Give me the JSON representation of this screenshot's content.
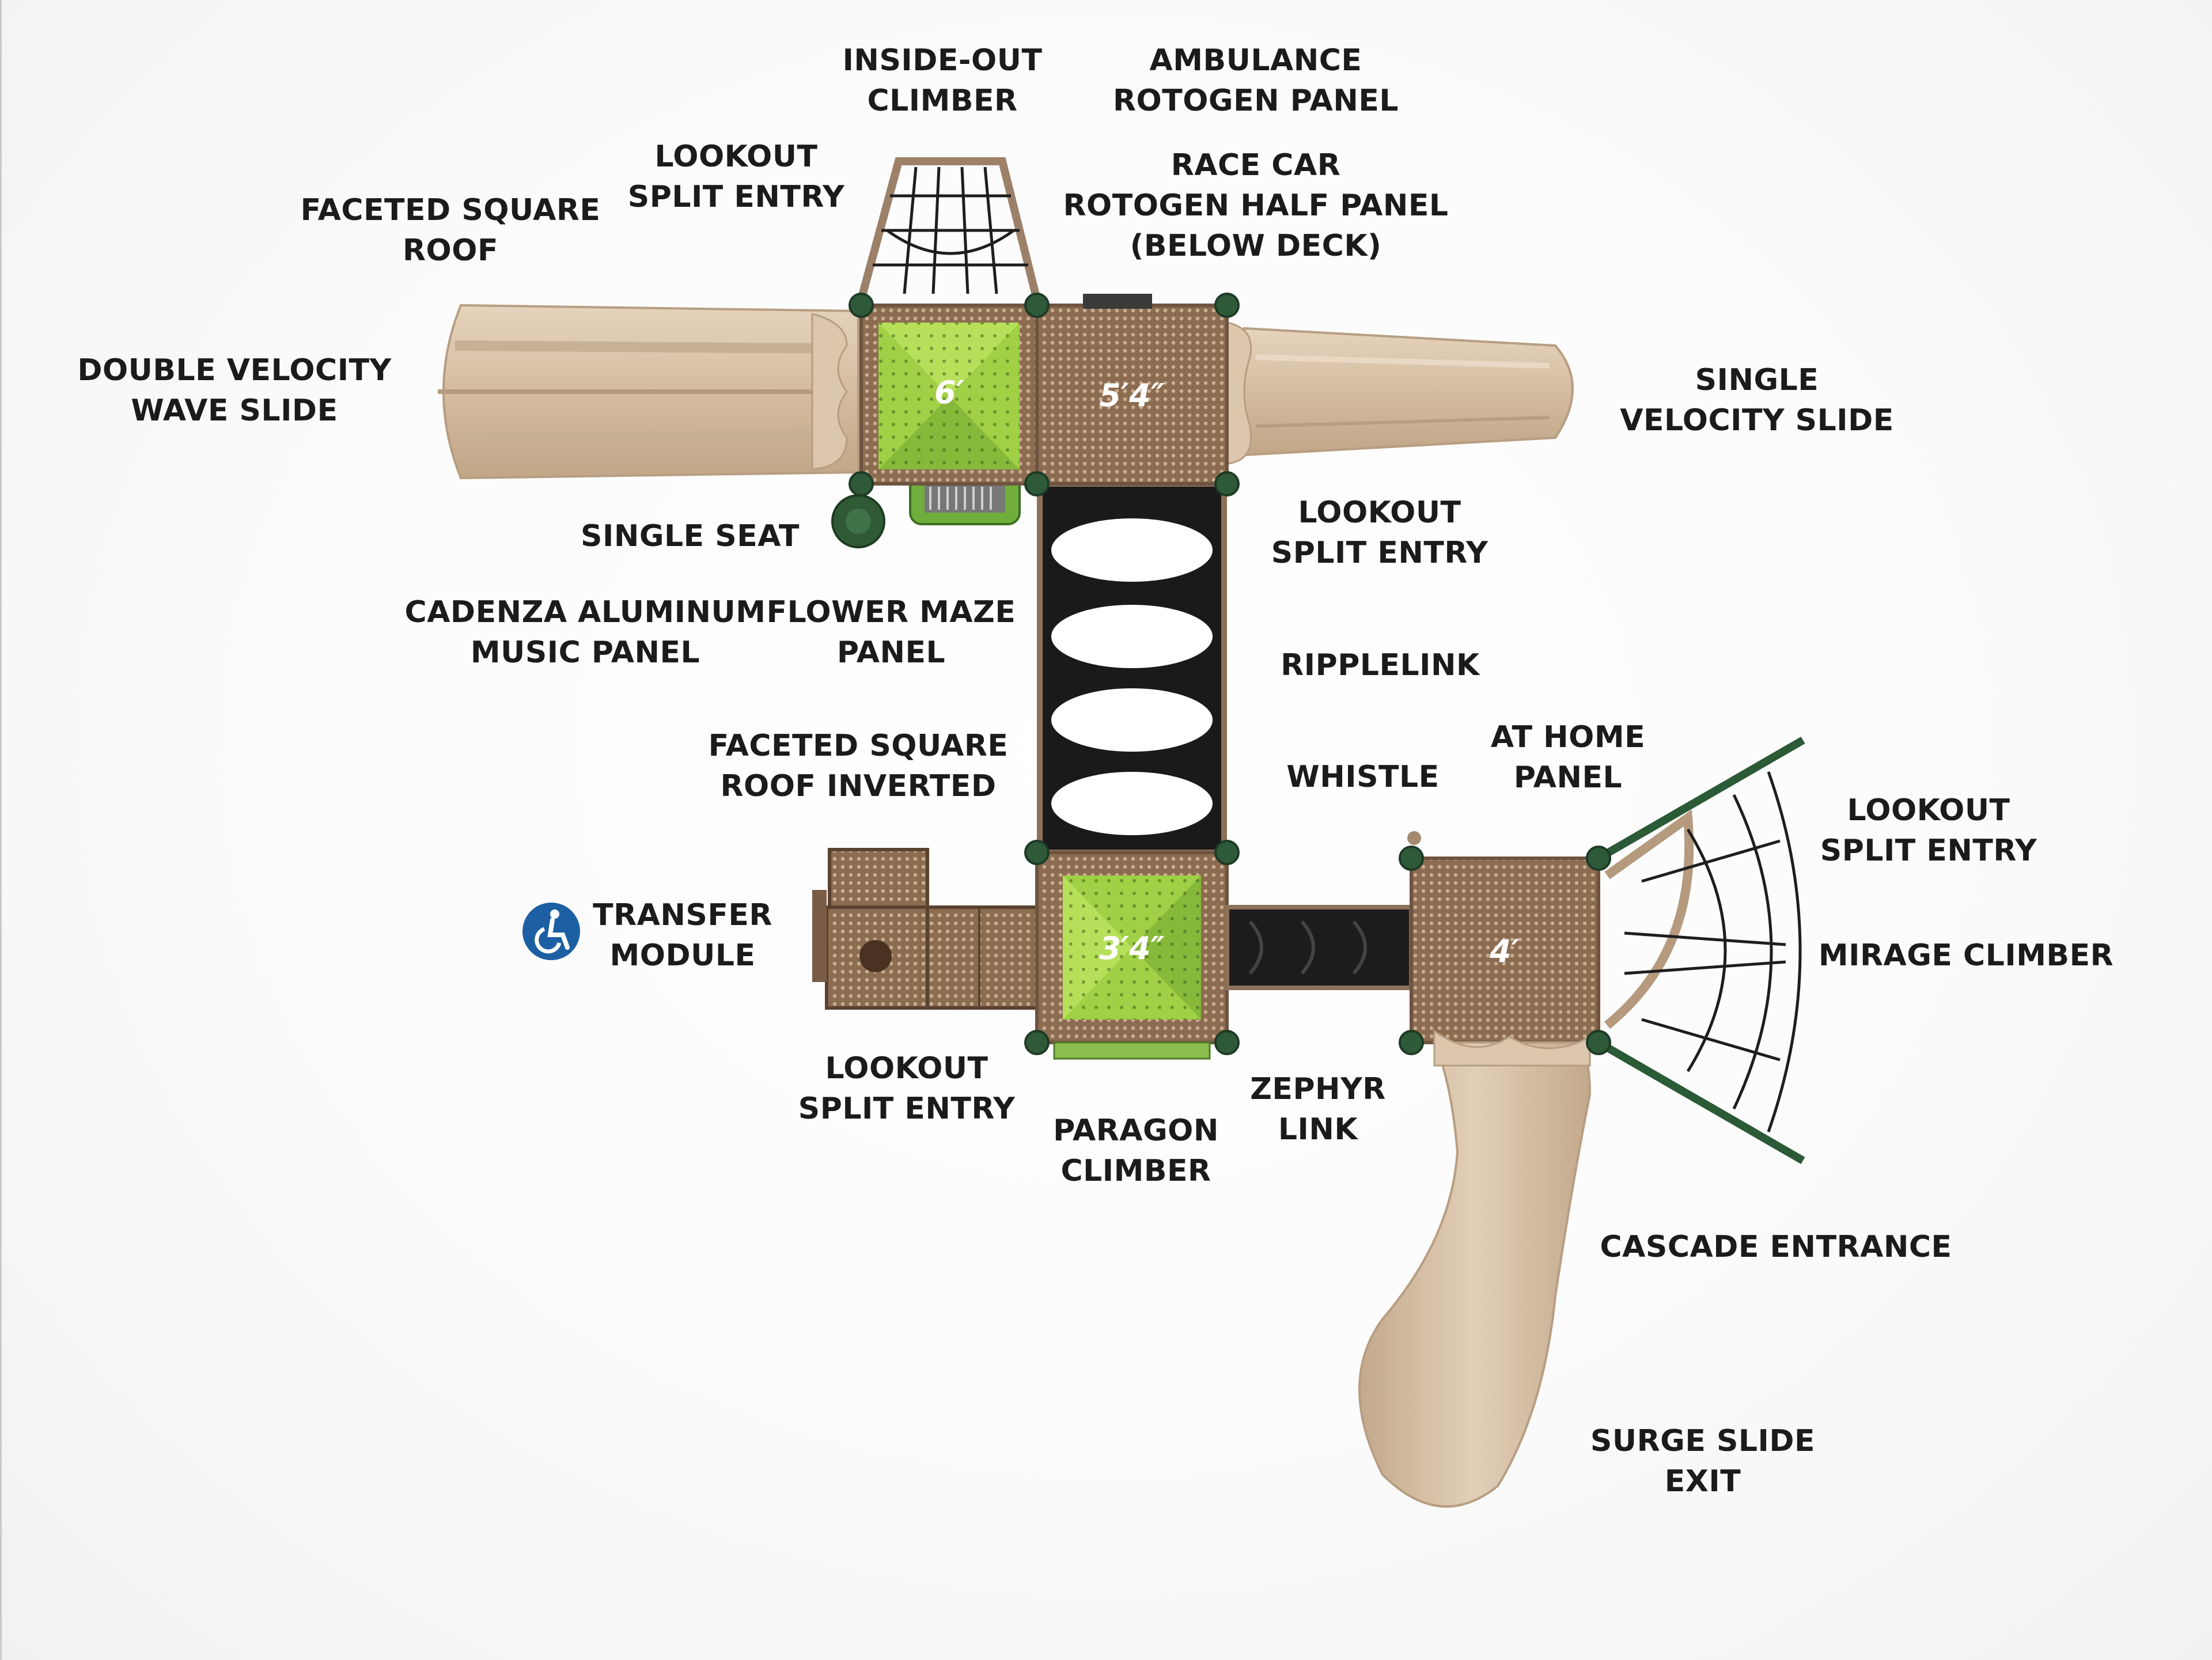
{
  "labels": {
    "inside_out_climber": [
      "INSIDE-OUT",
      "CLIMBER"
    ],
    "ambulance_panel": [
      "AMBULANCE",
      "ROTOGEN PANEL"
    ],
    "race_car_panel": [
      "RACE CAR",
      "ROTOGEN HALF PANEL",
      "(BELOW DECK)"
    ],
    "lookout_top": [
      "LOOKOUT",
      "SPLIT ENTRY"
    ],
    "faceted_roof": [
      "FACETED SQUARE",
      "ROOF"
    ],
    "double_slide": [
      "DOUBLE VELOCITY",
      "WAVE SLIDE"
    ],
    "single_slide": [
      "SINGLE",
      "VELOCITY SLIDE"
    ],
    "single_seat": [
      "SINGLE SEAT"
    ],
    "lookout_right_upper": [
      "LOOKOUT",
      "SPLIT ENTRY"
    ],
    "cadenza_panel": [
      "CADENZA ALUMINUM",
      "MUSIC PANEL"
    ],
    "flower_maze": [
      "FLOWER MAZE",
      "PANEL"
    ],
    "ripplelink": [
      "RIPPLELINK"
    ],
    "faceted_roof_inverted": [
      "FACETED SQUARE",
      "ROOF INVERTED"
    ],
    "whistle": [
      "WHISTLE"
    ],
    "at_home_panel": [
      "AT HOME",
      "PANEL"
    ],
    "lookout_far_right": [
      "LOOKOUT",
      "SPLIT ENTRY"
    ],
    "transfer_module": [
      "TRANSFER",
      "MODULE"
    ],
    "mirage_climber": [
      "MIRAGE CLIMBER"
    ],
    "lookout_bottom": [
      "LOOKOUT",
      "SPLIT ENTRY"
    ],
    "zephyr_link": [
      "ZEPHYR",
      "LINK"
    ],
    "paragon_climber": [
      "PARAGON",
      "CLIMBER"
    ],
    "cascade_entrance": [
      "CASCADE ENTRANCE"
    ],
    "surge_slide": [
      "SURGE SLIDE",
      "EXIT"
    ]
  },
  "deck_heights": {
    "deck_a": "6′",
    "deck_b": "5′4″",
    "deck_c": "3′4″",
    "deck_d": "4′"
  },
  "icons": {
    "accessibility": "wheelchair-accessibility-icon"
  },
  "colors": {
    "deck_brown": "#8b6a4e",
    "roof_green": "#9fd045",
    "slide_tan": "#d8c1a6",
    "post_green": "#2e5a3a",
    "ripple_black": "#151515",
    "ada_blue": "#1d5fa3"
  }
}
